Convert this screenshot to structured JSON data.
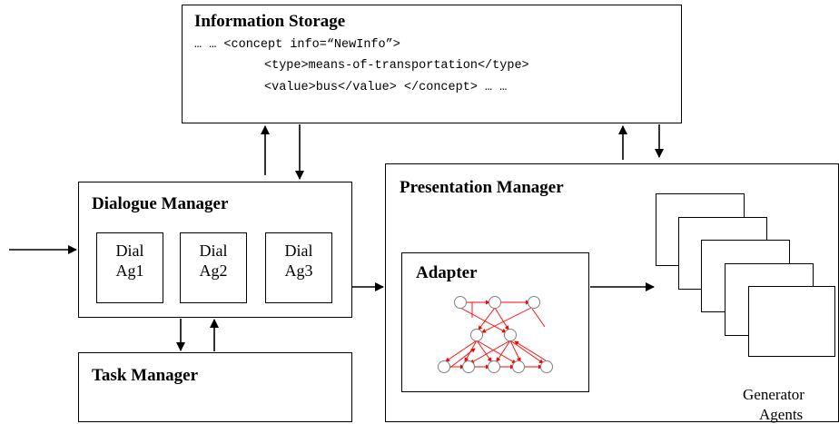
{
  "information_storage": {
    "title": "Information Storage",
    "lines": [
      "… … <concept info=“NewInfo”>",
      "<type>means-of-transportation</type>",
      "<value>bus</value> </concept> … …"
    ]
  },
  "dialogue_manager": {
    "title": "Dialogue Manager",
    "agents": [
      {
        "line1": "Dial",
        "line2": "Ag1"
      },
      {
        "line1": "Dial",
        "line2": "Ag2"
      },
      {
        "line1": "Dial",
        "line2": "Ag3"
      }
    ]
  },
  "task_manager": {
    "title": "Task Manager"
  },
  "presentation_manager": {
    "title": "Presentation Manager",
    "adapter": {
      "title": "Adapter"
    },
    "generator_agents": {
      "line1": "Generator",
      "line2": "Agents"
    }
  },
  "colors": {
    "network_edges": "#ff0000",
    "network_nodes": "#808080"
  }
}
